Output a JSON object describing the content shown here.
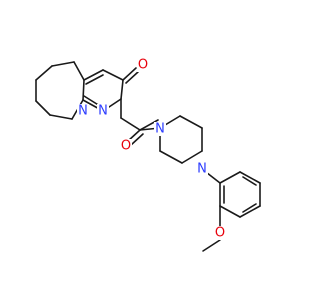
{
  "colors": {
    "background": "#ffffff",
    "bond": "#1a1a1a",
    "oxygen": "#e8000b",
    "nitrogen": "#2c3cff"
  },
  "atoms": {
    "o_carbonyl_top": "O",
    "n_ring_a": "N",
    "n_ring_b": "N",
    "o_amide": "O",
    "n_piperazine_a": "N",
    "n_piperazine_b": "N",
    "o_methoxy": "O"
  }
}
